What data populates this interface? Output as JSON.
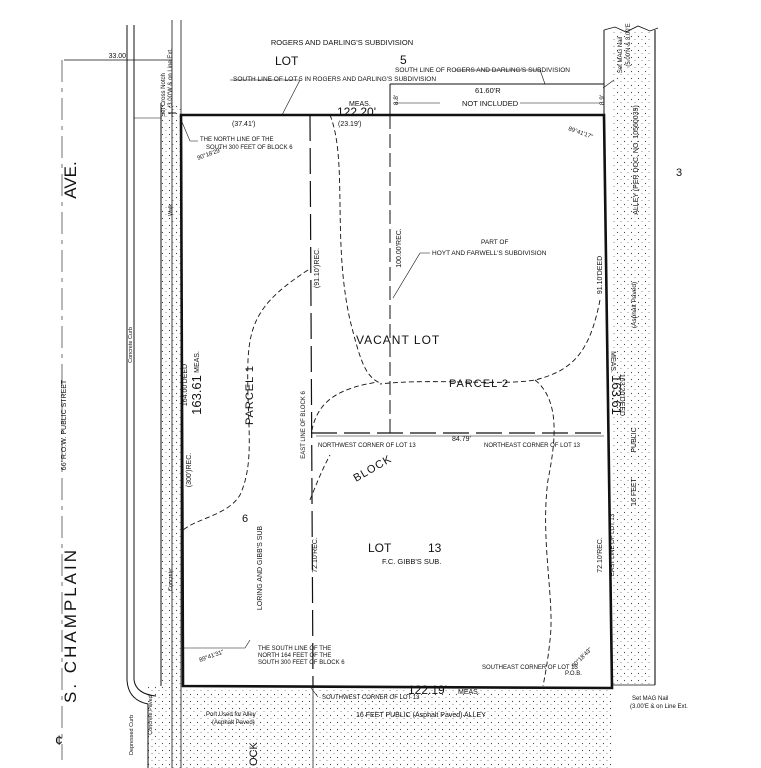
{
  "street": {
    "name_ave": "AVE.",
    "name_street": "S. CHAMPLAIN",
    "cl": "¢",
    "row": "66' R.O.W. PUBLIC STREET",
    "width_33": "33.00'",
    "concrete_curb": "Concrete Curb",
    "walk": "Walk",
    "concrete": "Concrete",
    "depressed_curb": "Depressed Curb",
    "concrete_paved": "Concrete Paved"
  },
  "north": {
    "subdivision": "ROGERS AND DARLING'S SUBDIVISION",
    "lot_word": "LOT",
    "lot_num": "5",
    "south_line_sub": "SOUTH LINE OF ROGERS AND DARLING'S SUBDIVISION",
    "south_line_lot5": "SOUTH LINE OF LOT 5 IN ROGERS AND DARLING'S SUBDIVISION",
    "dist_61_60": "61.60'R",
    "not_included": "NOT INCLUDED",
    "meas": "MEAS.",
    "dist_122_20": "122.20'",
    "dist_37_41": "(37.41')",
    "dist_23_19": "(23.19')",
    "dist_8_8": "8.8'",
    "dist_8_9": "8.9'",
    "set_cross_notch": "Set Cross Notch",
    "set_cross_notch_2": "(3.00'W & on Line Ext.",
    "set_mag_nail_top": "Set MAG Nail",
    "set_mag_nail_top_2": "(5.00'N & 3.00'E"
  },
  "lines": {
    "north_line_1": "THE NORTH LINE OF THE",
    "north_line_2": "SOUTH 300 FEET OF BLOCK 6",
    "south_line_1": "THE SOUTH LINE OF THE",
    "south_line_2": "NORTH 164 FEET OF THE",
    "south_line_3": "SOUTH 300 FEET OF BLOCK 6",
    "angle_nw": "90°18'29\"",
    "angle_ne": "89°41'17\"",
    "angle_sw": "89°41'31\"",
    "angle_se": "90°18'43\"",
    "east_line_block6": "EAST LINE OF BLOCK 6",
    "east_line_lot13": "EAST LINE OF LOT 13"
  },
  "parcels": {
    "vacant_lot": "VACANT LOT",
    "parcel_1": "PARCEL 1",
    "parcel_2": "PARCEL 2",
    "part_of_1": "PART OF",
    "part_of_2": "HOYT AND FARWELL'S SUBDIVISION",
    "block": "BLOCK",
    "block_num": "6",
    "loring_gibbs": "LORING AND GIBB'S SUB",
    "lot13_word": "LOT",
    "lot13_num": "13",
    "fc_gibbs": "F.C. GIBB'S SUB.",
    "nw_corner_lot13": "NORTHWEST CORNER OF LOT 13",
    "ne_corner_lot13": "NORTHEAST CORNER OF LOT 13",
    "sw_corner_lot13": "SOUTHWEST CORNER OF LOT 13",
    "se_corner_lot13": "SOUTHEAST CORNER OF LOT 13",
    "pob": "P.O.B.",
    "block_bottom": "OCK"
  },
  "dims": {
    "d91_10_rec": "(91.10')REC.",
    "d100_rec": "100.00'REC.",
    "d84_79": "84.79'",
    "d72_10_rec_left": "72.10'REC.",
    "d72_10_rec_right": "72.10'REC.",
    "d91_10_deed": "91.10'DEED",
    "d164_deed": "164.00'DEED",
    "d163_61_left": "163.61",
    "meas_left": "MEAS.",
    "d300_rec": "(300')REC.",
    "d163_61_right": "163.61",
    "meas_right": "MEAS.",
    "d163_20_deed": "163.20'DEED",
    "d122_19": "122.19'",
    "meas_bottom": "MEAS."
  },
  "alley": {
    "east_alley": "ALLEY  (PER DOC. NO. 10560039)",
    "asphalt_paved": "(Asphalt      Paved)",
    "public_east": "PUBLIC",
    "sixteen_feet_east": "16 FEET",
    "south_alley": "16  FEET    PUBLIC     (Asphalt     Paved)        ALLEY",
    "port_used_1": "Port Used for Alley",
    "port_used_2": "(Asphalt Paved)",
    "set_mag_nail_bottom": "Set MAG Nail",
    "set_mag_nail_bottom_2": "(3.00'E & on Line Ext.",
    "stray_mark": "3"
  }
}
